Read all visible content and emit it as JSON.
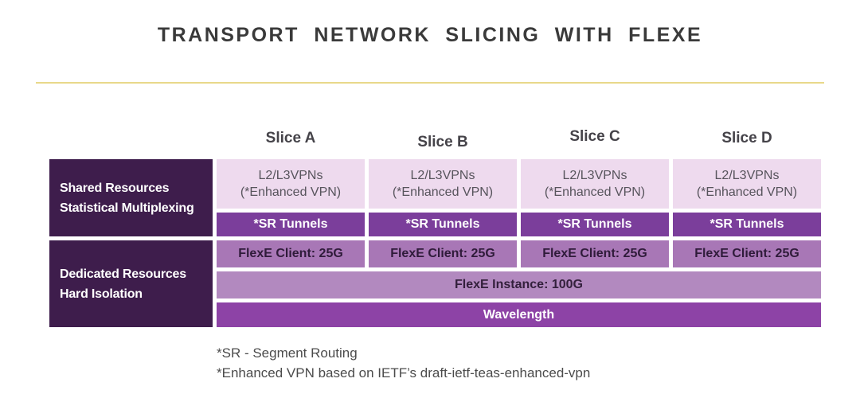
{
  "title": "TRANSPORT NETWORK SLICING WITH FLEXE",
  "colors": {
    "accent_line": "#e8d88a",
    "group_box_bg": "#3e1d4c",
    "vpn_cell_bg": "#eedaee",
    "sr_cell_bg": "#7b3e9b",
    "client_cell_bg": "#a877b6",
    "instance_cell_bg": "#b289bf",
    "wavelength_cell_bg": "#8d43a6",
    "title_text": "#3a3a3a",
    "white_text": "#ffffff",
    "dark_cell_text": "#2f1b3a"
  },
  "table": {
    "headers": [
      {
        "label": "Slice A"
      },
      {
        "label": "Slice B"
      },
      {
        "label": "Slice C"
      },
      {
        "label": "Slice D"
      }
    ],
    "groups": [
      {
        "line1": "Shared Resources",
        "line2": "Statistical Multiplexing"
      },
      {
        "line1": "Dedicated Resources",
        "line2": "Hard Isolation"
      }
    ],
    "vpn_cells": [
      {
        "line1": "L2/L3VPNs",
        "line2": "(*Enhanced VPN)"
      },
      {
        "line1": "L2/L3VPNs",
        "line2": "(*Enhanced VPN)"
      },
      {
        "line1": "L2/L3VPNs",
        "line2": "(*Enhanced VPN)"
      },
      {
        "line1": "L2/L3VPNs",
        "line2": "(*Enhanced VPN)"
      }
    ],
    "sr_cells": [
      {
        "label": "*SR Tunnels"
      },
      {
        "label": "*SR Tunnels"
      },
      {
        "label": "*SR Tunnels"
      },
      {
        "label": "*SR Tunnels"
      }
    ],
    "client_cells": [
      {
        "label": "FlexE Client: 25G"
      },
      {
        "label": "FlexE Client: 25G"
      },
      {
        "label": "FlexE Client: 25G"
      },
      {
        "label": "FlexE Client: 25G"
      }
    ],
    "instance_label": "FlexE Instance: 100G",
    "wavelength_label": "Wavelength"
  },
  "footnotes": {
    "line1": "*SR - Segment Routing",
    "line2": "*Enhanced VPN based on IETF’s draft-ietf-teas-enhanced-vpn"
  }
}
